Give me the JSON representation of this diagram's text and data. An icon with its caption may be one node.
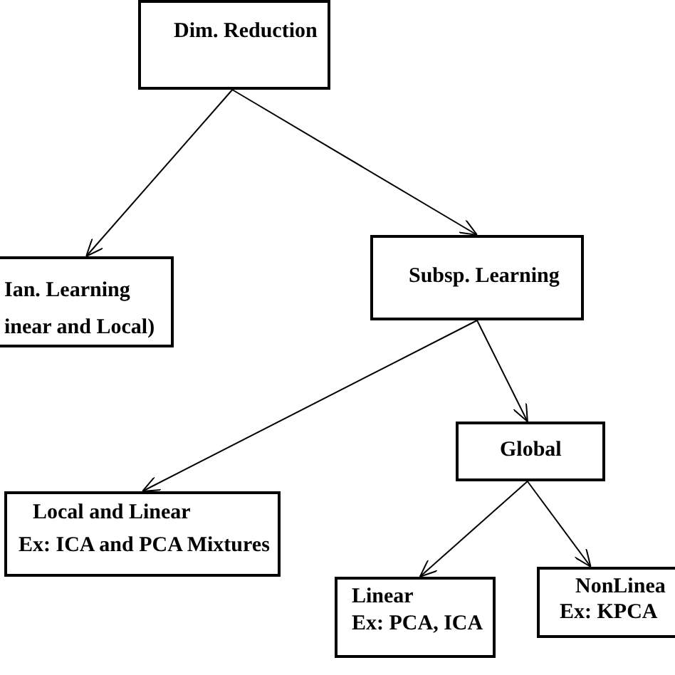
{
  "diagram": {
    "nodes": [
      {
        "text": [
          "Dim. Reduction"
        ]
      },
      {
        "text": [
          "Ian. Learning",
          "inear and Local)"
        ]
      },
      {
        "text": [
          "Subsp. Learning"
        ]
      },
      {
        "text": [
          "Global"
        ]
      },
      {
        "text": [
          "Local and Linear",
          "Ex: ICA  and PCA Mixtures"
        ]
      },
      {
        "text": [
          "Linear",
          "Ex: PCA, ICA"
        ]
      },
      {
        "text": [
          "NonLinea",
          "Ex: KPCA"
        ]
      }
    ],
    "edges": [
      {
        "from": 0,
        "to": 1,
        "arrow": "to"
      },
      {
        "from": 0,
        "to": 2,
        "arrow": "to"
      },
      {
        "from": 2,
        "to": 4,
        "arrow": "to"
      },
      {
        "from": 2,
        "to": 3,
        "arrow": "to"
      },
      {
        "from": 3,
        "to": 5,
        "arrow": "to"
      },
      {
        "from": 3,
        "to": 6,
        "arrow": "to"
      }
    ]
  }
}
